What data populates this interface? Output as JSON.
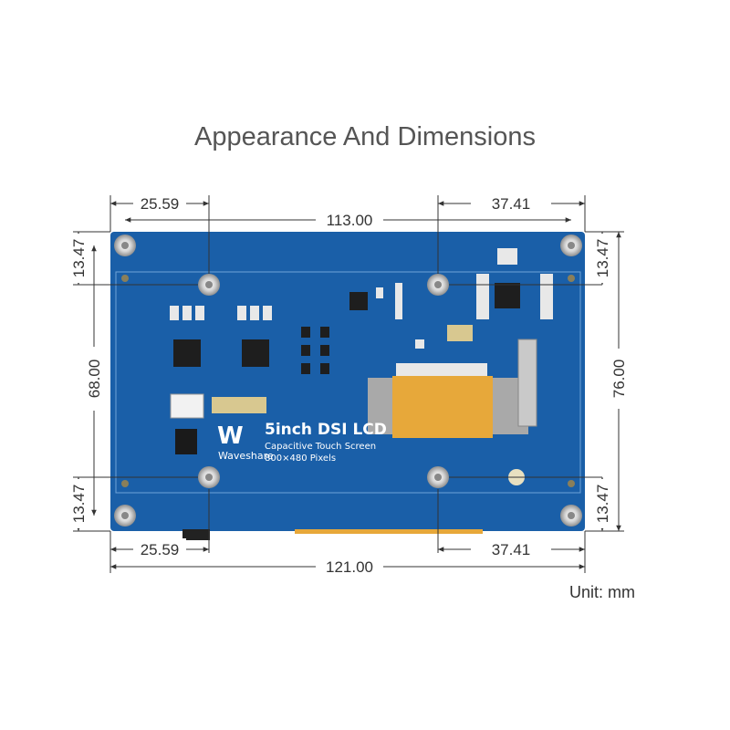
{
  "title": "Appearance And Dimensions",
  "unit_label": "Unit: mm",
  "dimensions": {
    "top_left_offset": "25.59",
    "top_right_offset": "37.41",
    "top_hole_span": "113.00",
    "bottom_left_offset": "25.59",
    "bottom_right_offset": "37.41",
    "total_width": "121.00",
    "left_top_margin": "13.47",
    "left_hole_span": "68.00",
    "left_bottom_margin": "13.47",
    "right_top_margin": "13.47",
    "total_height": "76.00",
    "right_bottom_margin": "13.47"
  },
  "board": {
    "product_name": "5inch DSI LCD",
    "subtitle": "Capacitive Touch Screen",
    "resolution": "800×480 Pixels",
    "brand": "Waveshare",
    "colors": {
      "pcb": "#1a5fa8",
      "pcb_light": "#2a73bd",
      "flex_cable": "#e7a83a",
      "connector": "#b5b5b5",
      "line": "#333333"
    }
  }
}
